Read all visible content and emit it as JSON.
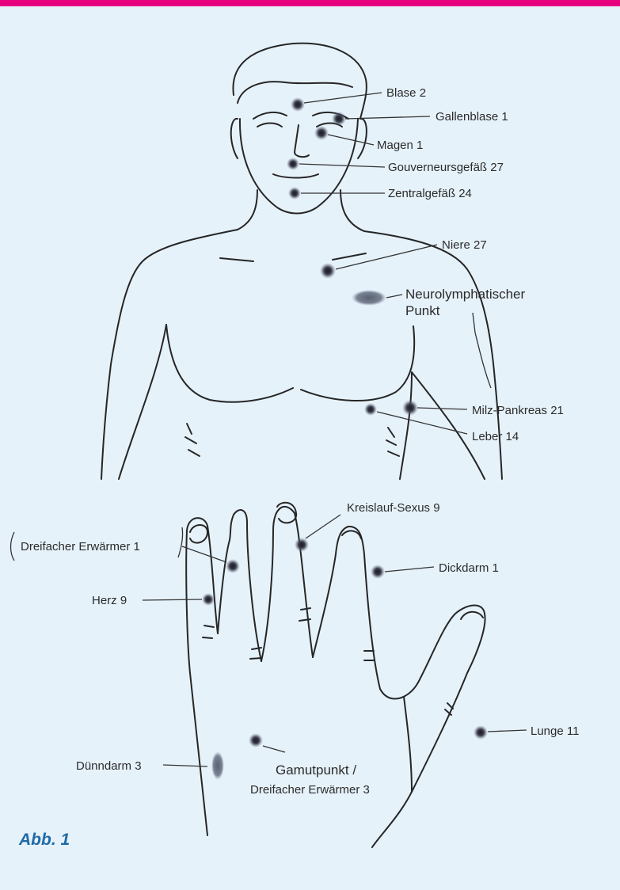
{
  "colors": {
    "accent_bar": "#e6007e",
    "background": "#e6f2fa",
    "caption": "#1e6aa6",
    "point": "#3a3a4a"
  },
  "figure": {
    "upper_body_labels": {
      "blase": "Blase 2",
      "gallenblase": "Gallenblase 1",
      "magen": "Magen 1",
      "gouverneursgefaess": "Gouverneursgefäß 27",
      "zentralgefaess": "Zentralgefäß 24",
      "niere": "Niere 27",
      "neurolymph_line1": "Neurolymphatischer",
      "neurolymph_line2": "Punkt",
      "milz": "Milz-Pankreas 21",
      "leber": "Leber 14"
    },
    "hand_labels": {
      "kreislauf": "Kreislauf-Sexus 9",
      "dreifach1": "Dreifacher Erwärmer 1",
      "dickdarm": "Dickdarm 1",
      "herz": "Herz 9",
      "lunge": "Lunge 11",
      "duenndarm": "Dünndarm 3",
      "gamut_line1": "Gamutpunkt /",
      "gamut_line2": "Dreifacher Erwärmer 3"
    },
    "caption": "Abb. 1"
  }
}
